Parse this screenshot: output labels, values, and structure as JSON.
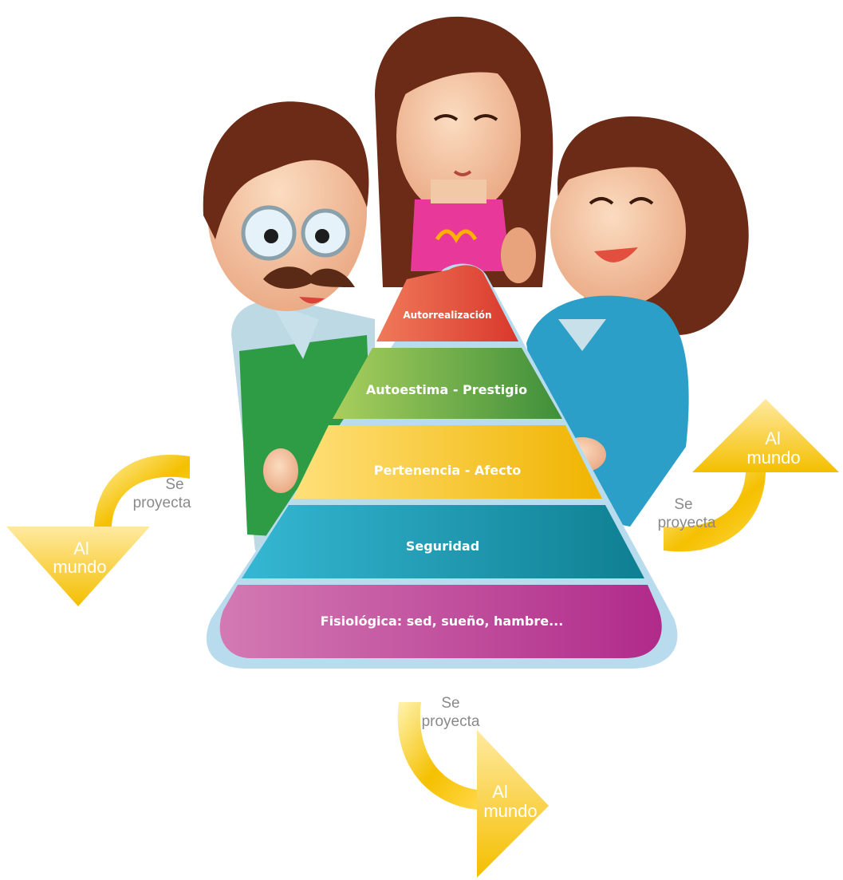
{
  "pyramid": {
    "levels": [
      {
        "label": "Autorrealización",
        "color_left": "#f07a5a",
        "color_right": "#d9382c"
      },
      {
        "label": "Autoestima - Prestigio",
        "color_left": "#a9cf5d",
        "color_right": "#3e8f3a"
      },
      {
        "label": "Pertenencia - Afecto",
        "color_left": "#ffe07a",
        "color_right": "#f0b400"
      },
      {
        "label": "Seguridad",
        "color_left": "#35b7d3",
        "color_right": "#0f7f92"
      },
      {
        "label": "Fisiológica: sed, sueño, hambre...",
        "color_left": "#d37ab3",
        "color_right": "#b02a8a"
      }
    ],
    "frame_color": "#b8dbee"
  },
  "projections": [
    {
      "id": "left",
      "projects": "Se\nproyecta",
      "world": "Al\nmundo"
    },
    {
      "id": "right",
      "projects": "Se\nproyecta",
      "world": "Al\nmundo"
    },
    {
      "id": "bottom",
      "projects": "Se\nproyecta",
      "world": "Al\nmundo"
    }
  ],
  "labels": {
    "left_projects_1": "Se",
    "left_projects_2": "proyecta",
    "left_world_1": "Al",
    "left_world_2": "mundo",
    "right_projects_1": "Se",
    "right_projects_2": "proyecta",
    "right_world_1": "Al",
    "right_world_2": "mundo",
    "bottom_projects_1": "Se",
    "bottom_projects_2": "proyecta",
    "bottom_world_1": "Al",
    "bottom_world_2": "mundo"
  },
  "colors": {
    "arrow_light": "#fff3b0",
    "arrow_dark": "#f5c000",
    "projects_text": "#8a8a8a",
    "world_text": "#ffffff"
  },
  "illustration": {
    "figures": [
      "father-figure",
      "daughter-figure",
      "mother-figure"
    ]
  }
}
